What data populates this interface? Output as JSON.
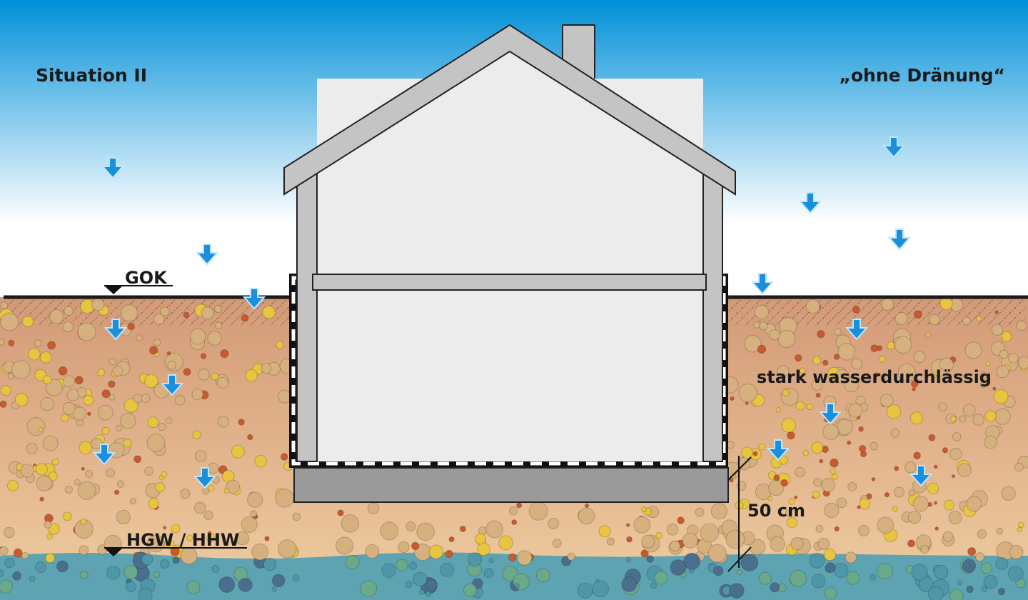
{
  "title": "Situation II",
  "subtitle": "„ohne Dränung“",
  "labels": {
    "ground_level": "GOK",
    "groundwater": "HGW / HHW",
    "soil": "stark wasserdurchlässig",
    "distance": "50 cm"
  },
  "colors": {
    "sky_top": "#0090d8",
    "soil_top": "#d39a78",
    "soil_bottom": "#ecc79c",
    "water": "#5ea3b2",
    "arrow": "#1a8fdc",
    "wall": "#c4c4c4",
    "interior": "#ececec",
    "foundation": "#9a9a9a"
  }
}
